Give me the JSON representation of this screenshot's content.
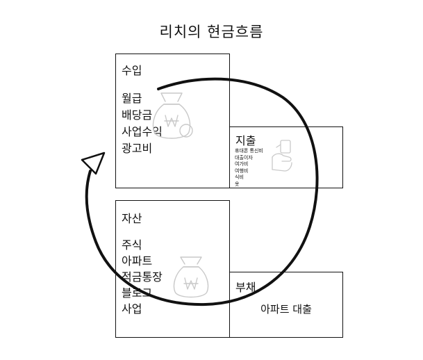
{
  "title": "리치의 현금흐름",
  "income": {
    "heading": "수입",
    "items": [
      "월급",
      "배당금",
      "사업수익",
      "광고비"
    ]
  },
  "expense": {
    "heading": "지출",
    "items": [
      "휴대폰 통신비",
      "대출이자",
      "여가비",
      "여행비",
      "식비",
      "옷"
    ]
  },
  "assets": {
    "heading": "자산",
    "items": [
      "주식",
      "아파트",
      "적금통장",
      "블로그",
      "사업"
    ]
  },
  "liabilities": {
    "heading": "부채",
    "items": [
      "아파트 대출"
    ]
  },
  "icons": {
    "income_deco": "money-bag-icon",
    "expense_deco": "hand-paying-icon",
    "asset_deco": "money-bag-icon",
    "cycle": "cycle-arrow-icon"
  }
}
